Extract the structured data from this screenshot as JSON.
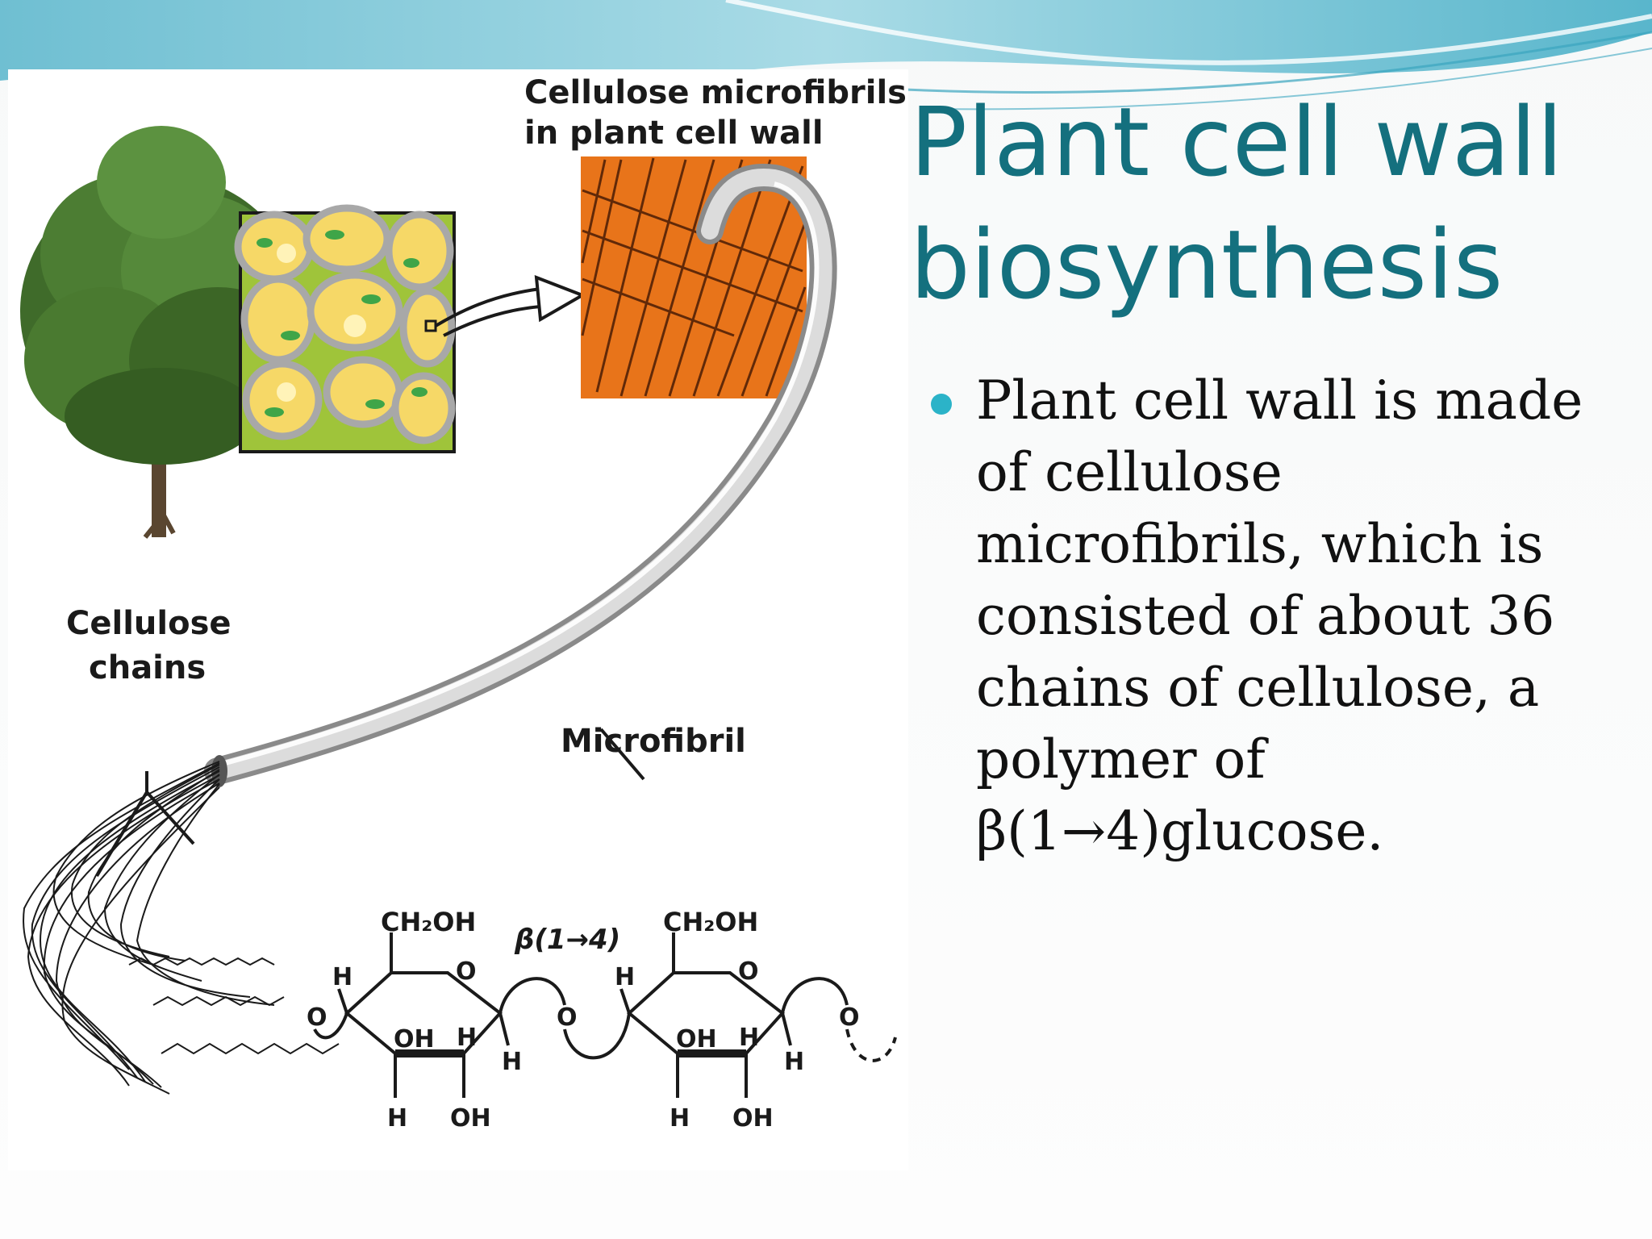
{
  "slide": {
    "title_line1": "Plant cell wall",
    "title_line2": "biosynthesis",
    "bullet_text": "Plant cell wall is made of cellulose microfibrils, which is consisted of about 36 chains of cellulose, a polymer of β(1→4)glucose."
  },
  "figure": {
    "label_microfibrils_line1": "Cellulose microfibrils",
    "label_microfibrils_line2": "in plant cell wall",
    "label_chains_line1": "Cellulose",
    "label_chains_line2": "chains",
    "label_microfibril": "Microfibril",
    "linkage_label": "β(1→4)",
    "ch2oh": "CH₂OH",
    "oh": "OH",
    "h": "H",
    "o": "O"
  },
  "colors": {
    "title": "#14707e",
    "bullet": "#2bb3c8",
    "wave_light": "#bfe7ee",
    "wave_mid": "#7fcbd9",
    "micrograph": "#e8741a",
    "cell_fill": "#f6d867",
    "cell_wall": "#9fc43a",
    "tree": "#3f6b2a"
  },
  "icons": {
    "tree": "tree-illustration",
    "arrow": "curved-arrow-icon"
  }
}
